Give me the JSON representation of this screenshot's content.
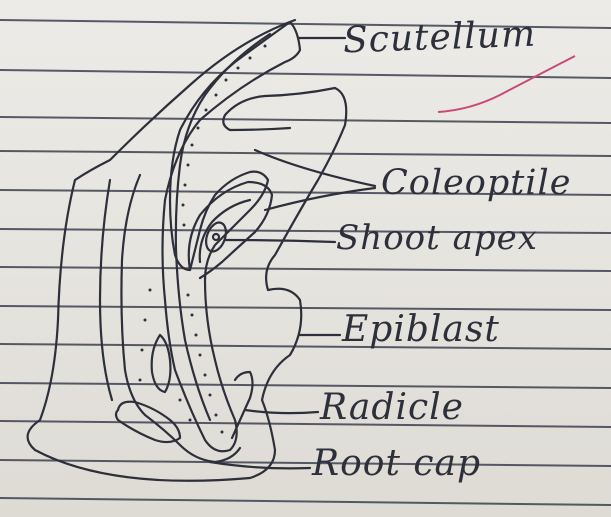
{
  "labels": {
    "scutellum": "Scutellum",
    "coleoptile": "Coleoptile",
    "shoot_apex": "Shoot apex",
    "epiblast": "Epiblast",
    "radicle": "Radicle",
    "root_cap": "Root cap"
  },
  "colors": {
    "paper": "#e8e6e1",
    "ruled_line": "#3d4150",
    "ink": "#2d2f3a",
    "pink_mark": "#c94a7a"
  }
}
